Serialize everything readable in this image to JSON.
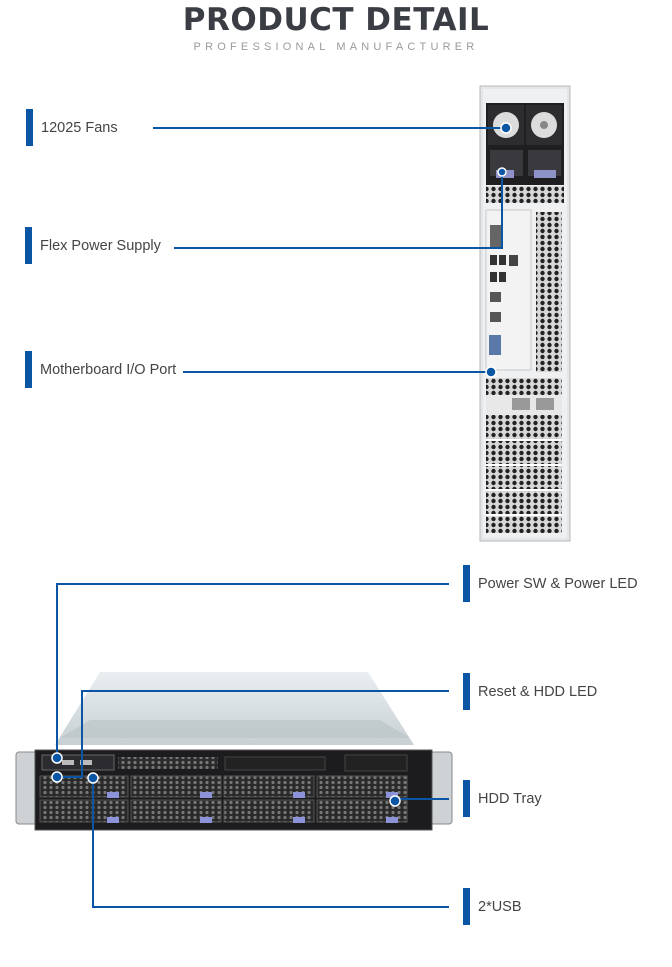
{
  "header": {
    "title": "PRODUCT DETAIL",
    "subtitle": "PROFESSIONAL MANUFACTURER"
  },
  "rear_view": {
    "callouts": [
      {
        "label": "12025 Fans"
      },
      {
        "label": "Flex Power Supply"
      },
      {
        "label": "Motherboard I/O Port"
      }
    ]
  },
  "front_view": {
    "callouts": [
      {
        "label": "Power SW & Power LED"
      },
      {
        "label": "Reset & HDD LED"
      },
      {
        "label": "HDD Tray"
      },
      {
        "label": "2*USB"
      }
    ]
  },
  "colors": {
    "accent": "#0a56a4",
    "title": "#3b3d44",
    "subtitle": "#9a9a9a",
    "label_text": "#444444"
  }
}
